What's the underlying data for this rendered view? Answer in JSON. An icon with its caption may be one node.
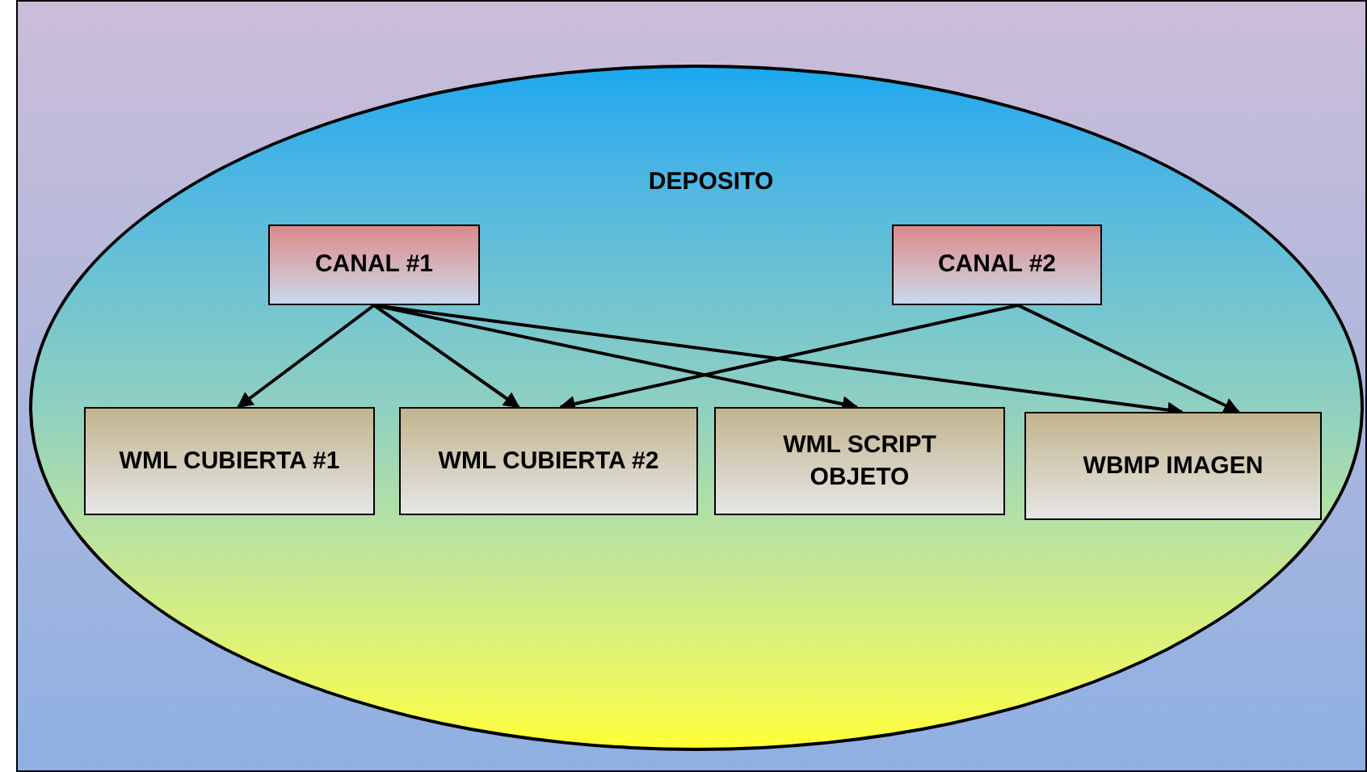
{
  "diagram": {
    "nodes": [
      {
        "text": [
          "DEPOSITO"
        ]
      },
      {
        "text": [
          "CANAL #1"
        ],
        "in": 0
      },
      {
        "text": [
          "CANAL #2"
        ],
        "in": 0
      },
      {
        "text": [
          "WML CUBIERTA #1"
        ],
        "in": 0
      },
      {
        "text": [
          "WML CUBIERTA #2"
        ],
        "in": 0
      },
      {
        "text": [
          "WML SCRIPT OBJETO"
        ],
        "in": 0
      },
      {
        "text": [
          "WBMP IMAGEN"
        ],
        "in": 0
      }
    ],
    "edges": [
      {
        "from": 1,
        "to": 3,
        "arrow": "to"
      },
      {
        "from": 1,
        "to": 4,
        "arrow": "to"
      },
      {
        "from": 1,
        "to": 5,
        "arrow": "to"
      },
      {
        "from": 1,
        "to": 6,
        "arrow": "to"
      },
      {
        "from": 2,
        "to": 4,
        "arrow": "to"
      },
      {
        "from": 2,
        "to": 6,
        "arrow": "to"
      }
    ]
  }
}
